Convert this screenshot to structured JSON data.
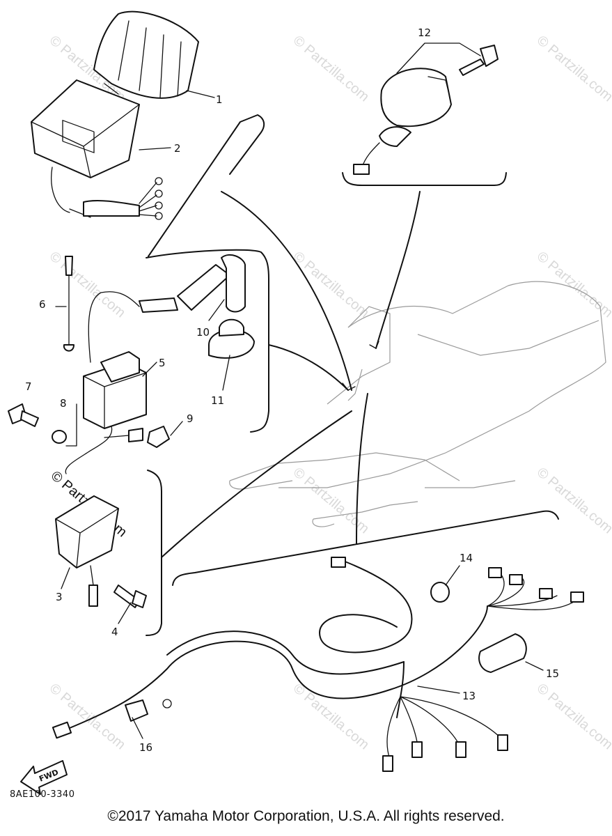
{
  "watermark_text": "© Partzilla.com",
  "callouts": {
    "c1": "1",
    "c2": "2",
    "c3": "3",
    "c4": "4",
    "c5": "5",
    "c6": "6",
    "c7": "7",
    "c8": "8",
    "c9": "9",
    "c10": "10",
    "c11": "11",
    "c12": "12",
    "c13": "13",
    "c14": "14",
    "c15": "15",
    "c16": "16"
  },
  "fwd_label": "FWD",
  "diagram_code": "8AE100-3340",
  "copyright": "©2017 Yamaha Motor Corporation, U.S.A. All rights reserved."
}
